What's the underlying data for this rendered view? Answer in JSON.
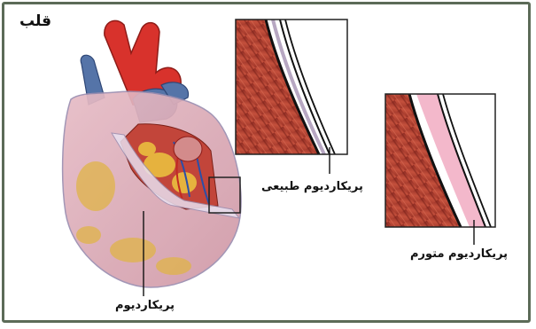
{
  "title": "قلب",
  "labels": {
    "pericardium": "پریکاردیوم",
    "normal_pericardium": "پریکاردیوم طبیعی",
    "swollen_pericardium": "پریکاردیوم متورم"
  },
  "colors": {
    "frame": "#5c6b58",
    "aorta": "#d8322c",
    "vein": "#5574a8",
    "muscle": "#b84436",
    "pericardium_sac": "#e4d4e2",
    "fat": "#e0b448",
    "fluid": "#f3b8cb"
  }
}
